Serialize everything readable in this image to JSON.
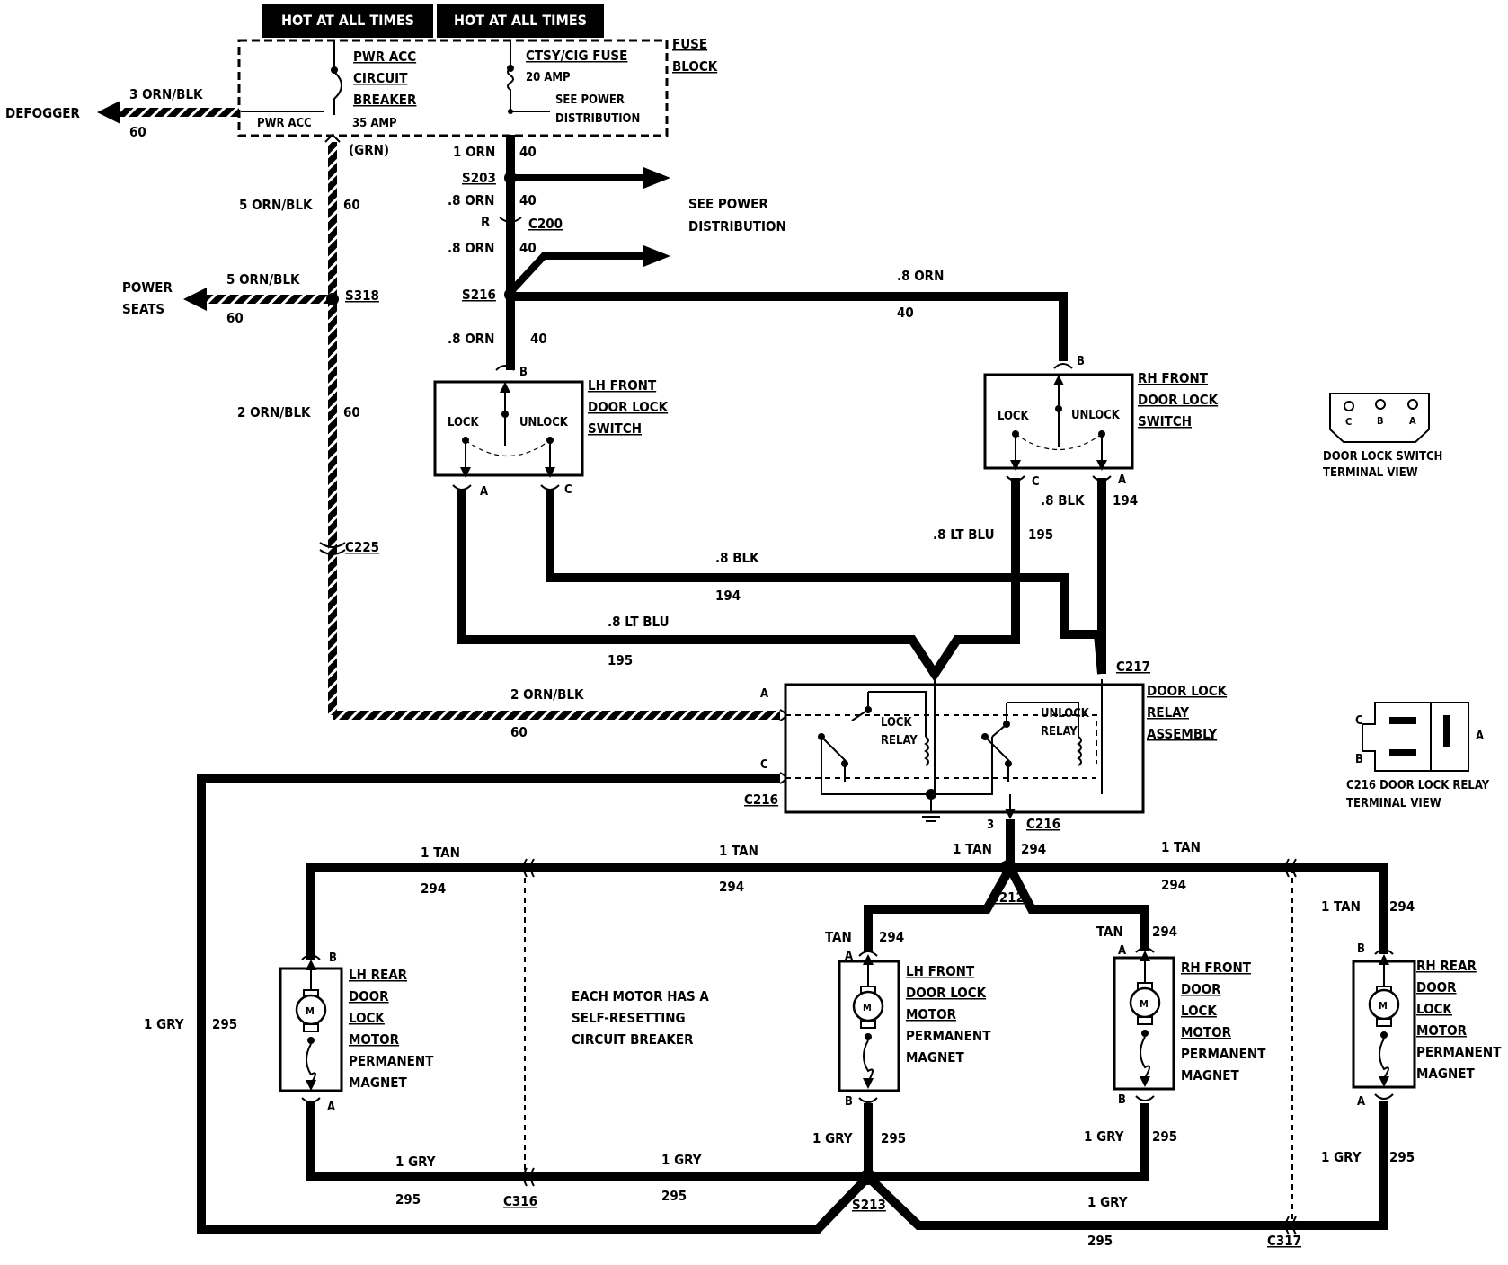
{
  "header": {
    "hot1": "HOT AT ALL TIMES",
    "hot2": "HOT AT ALL TIMES"
  },
  "fuse_block": {
    "label1": "FUSE",
    "label2": "BLOCK",
    "breaker_name": [
      "PWR ACC",
      "CIRCUIT",
      "BREAKER"
    ],
    "breaker_terminal": "PWR ACC",
    "breaker_rating": "35 AMP",
    "fuse_name": "CTSY/CIG FUSE",
    "fuse_rating": "20 AMP",
    "fuse_note": [
      "SEE POWER",
      "DISTRIBUTION"
    ]
  },
  "wires": {
    "defogger": "DEFOGGER",
    "w3_orn_blk": "3 ORN/BLK",
    "c60": "60",
    "grn": "(GRN)",
    "w5_orn_blk": "5 ORN/BLK",
    "w2_orn_blk": "2 ORN/BLK",
    "power_seats": [
      "POWER",
      "SEATS"
    ],
    "w1_orn": "1 ORN",
    "w08_orn": ".8 ORN",
    "c40": "40",
    "see_power": [
      "SEE POWER",
      "DISTRIBUTION"
    ],
    "r": "R",
    "w08_blk": ".8 BLK",
    "c194": "194",
    "w08_lt_blu": ".8 LT BLU",
    "c195": "195",
    "w1_tan": "1 TAN",
    "tan": "TAN",
    "c294": "294",
    "w1_gry": "1 GRY",
    "c295": "295"
  },
  "splices": {
    "s203": "S203",
    "s216": "S216",
    "s318": "S318",
    "s212": "S212",
    "s213": "S213",
    "c200": "C200",
    "c225": "C225",
    "c217": "C217",
    "c216": "C216",
    "c316": "C316",
    "c317": "C317"
  },
  "pins": {
    "a": "A",
    "b": "B",
    "c": "C",
    "three": "3"
  },
  "lh_switch": {
    "title": [
      "LH FRONT",
      "DOOR LOCK",
      "SWITCH"
    ],
    "lock": "LOCK",
    "unlock": "UNLOCK"
  },
  "rh_switch": {
    "title": [
      "RH FRONT",
      "DOOR LOCK",
      "SWITCH"
    ],
    "lock": "LOCK",
    "unlock": "UNLOCK"
  },
  "switch_view": {
    "caption": [
      "DOOR LOCK SWITCH",
      "TERMINAL VIEW"
    ]
  },
  "relay": {
    "title": [
      "DOOR LOCK",
      "RELAY",
      "ASSEMBLY"
    ],
    "lock": [
      "LOCK",
      "RELAY"
    ],
    "unlock": [
      "UNLOCK",
      "RELAY"
    ]
  },
  "relay_view": {
    "caption": [
      "C216 DOOR LOCK RELAY",
      "TERMINAL VIEW"
    ]
  },
  "note": [
    "EACH MOTOR HAS A",
    "SELF-RESETTING",
    "CIRCUIT BREAKER"
  ],
  "motors": {
    "lh_rear": [
      "LH REAR",
      "DOOR",
      "LOCK",
      "MOTOR",
      "PERMANENT",
      "MAGNET"
    ],
    "lh_front": [
      "LH FRONT",
      "DOOR LOCK",
      "MOTOR",
      "PERMANENT",
      "MAGNET"
    ],
    "rh_front": [
      "RH FRONT",
      "DOOR",
      "LOCK",
      "MOTOR",
      "PERMANENT",
      "MAGNET"
    ],
    "rh_rear": [
      "RH REAR",
      "DOOR",
      "LOCK",
      "MOTOR",
      "PERMANENT",
      "MAGNET"
    ],
    "m": "M"
  }
}
